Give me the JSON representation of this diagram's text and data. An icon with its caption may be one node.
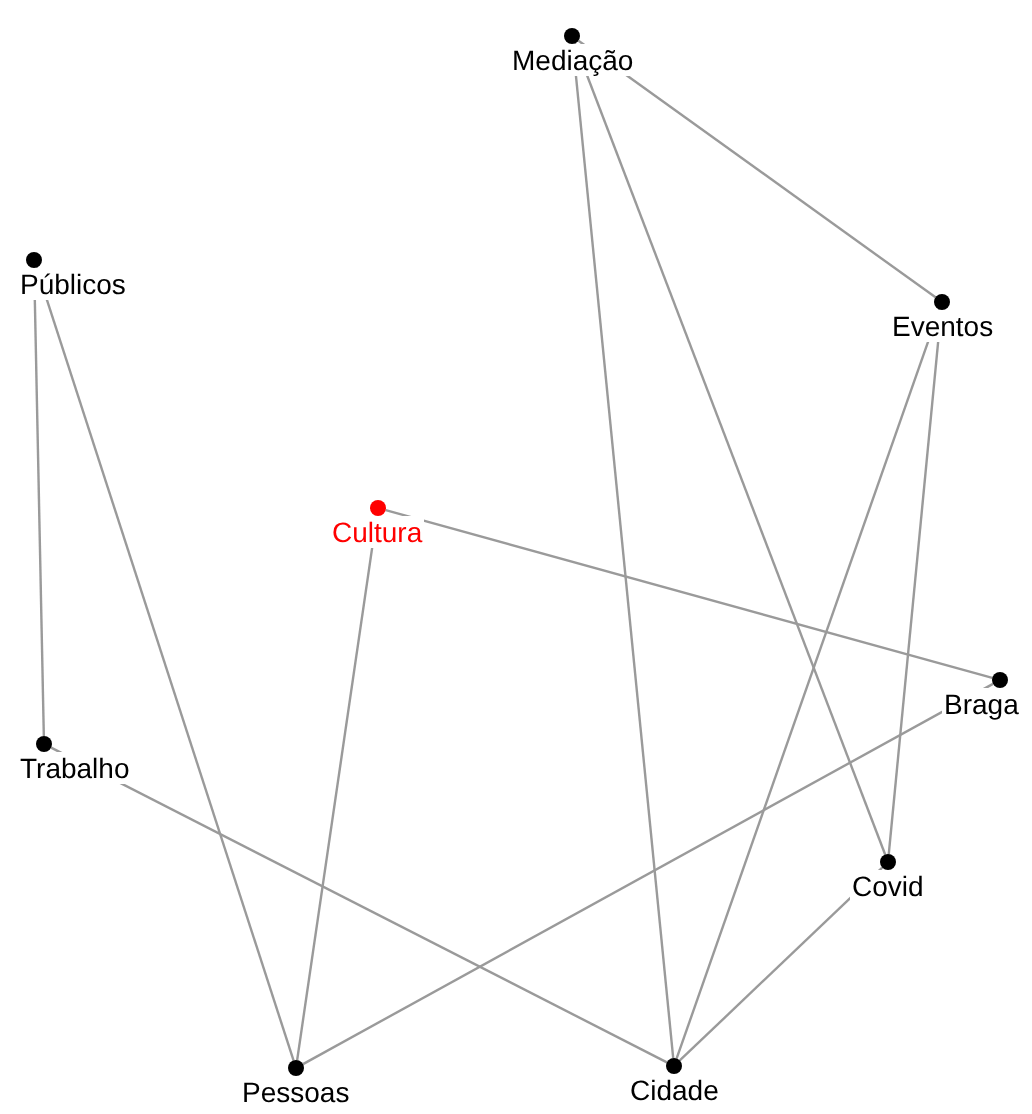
{
  "diagram": {
    "nodes": [
      {
        "text": [
          "Mediação"
        ]
      },
      {
        "text": [
          "Públicos"
        ]
      },
      {
        "text": [
          "Eventos"
        ]
      },
      {
        "text": [
          "Cultura"
        ]
      },
      {
        "text": [
          "Braga"
        ]
      },
      {
        "text": [
          "Trabalho"
        ]
      },
      {
        "text": [
          "Covid"
        ]
      },
      {
        "text": [
          "Pessoas"
        ]
      },
      {
        "text": [
          "Cidade"
        ]
      }
    ],
    "edges": [
      {
        "from": 0,
        "to": 2,
        "arrow": "none"
      },
      {
        "from": 0,
        "to": 8,
        "arrow": "none"
      },
      {
        "from": 0,
        "to": 6,
        "arrow": "none"
      },
      {
        "from": 1,
        "to": 5,
        "arrow": "none"
      },
      {
        "from": 1,
        "to": 7,
        "arrow": "none"
      },
      {
        "from": 2,
        "to": 8,
        "arrow": "none"
      },
      {
        "from": 2,
        "to": 6,
        "arrow": "none"
      },
      {
        "from": 3,
        "to": 4,
        "arrow": "none"
      },
      {
        "from": 3,
        "to": 7,
        "arrow": "none"
      },
      {
        "from": 4,
        "to": 7,
        "arrow": "none"
      },
      {
        "from": 5,
        "to": 8,
        "arrow": "none"
      },
      {
        "from": 6,
        "to": 8,
        "arrow": "none"
      }
    ]
  }
}
